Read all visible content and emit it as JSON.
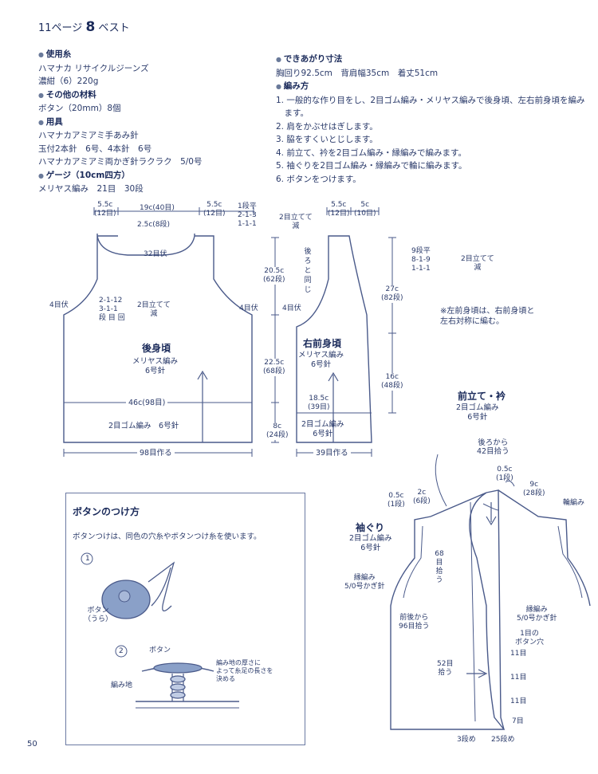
{
  "header": {
    "page_ref": "11ページ",
    "number": "8",
    "title": "ベスト"
  },
  "materials": {
    "yarn_heading": "使用糸",
    "yarn_name": "ハマナカ リサイクルジーンズ",
    "yarn_color": "濃紺（6）220g",
    "other_heading": "その他の材料",
    "button": "ボタン（20mm）8個",
    "tools_heading": "用具",
    "tool1": "ハマナカアミアミ手あみ針",
    "tool2": "玉付2本針　6号、4本針　6号",
    "tool3": "ハマナカアミアミ両かぎ針ラクラク　5/0号",
    "gauge_heading": "ゲージ（10cm四方）",
    "gauge": "メリヤス編み　21目　30段"
  },
  "finished": {
    "heading": "できあがり寸法",
    "values": "胸回り92.5cm　背肩幅35cm　着丈51cm",
    "method_heading": "編み方",
    "steps": [
      "1. 一般的な作り目をし、2目ゴム編み・メリヤス編みで後身頃、左右前身頃を編み",
      "　ます。",
      "2. 肩をかぶせはぎします。",
      "3. 脇をすくいとじします。",
      "4. 前立て、衿を2目ゴム編み・縁編みで編みます。",
      "5. 袖ぐりを2目ゴム編み・縁編みで輪に編みます。",
      "6. ボタンをつけます。"
    ]
  },
  "back": {
    "top_left": "5.5c\n(12目)",
    "top_mid": "19c(40目)",
    "top_right": "5.5c\n(12目)",
    "neck_w": "2.5c(8段)",
    "neck_st": "32目伏",
    "shoulder_note": "1段平\n2-1-3\n1-1-1",
    "shoulder_note2": "2目立てて\n減",
    "armhole_left": "4目伏",
    "armhole_right": "4目伏",
    "dec": "2-1-12\n3-1-1\n段 目 回",
    "dec2": "2目立てて\n減",
    "name": "後身頃",
    "stitch": "メリヤス編み\n6号針",
    "width46": "46c(98目)",
    "rib": "2目ゴム編み　6号針",
    "cast": "98目作る",
    "h205": "20.5c\n(62段)",
    "h225": "22.5c\n(68段)",
    "h8": "8c\n(24段)"
  },
  "front": {
    "top_a": "5.5c\n(12目)",
    "top_b": "5c\n(10目)",
    "same": "後ろと同じ",
    "armhole": "4目伏",
    "name": "右前身頃",
    "stitch": "メリヤス編み\n6号針",
    "width": "18.5c\n(39目)",
    "rib": "2目ゴム編み\n6号針",
    "cast": "39目作る",
    "h27": "27c\n(82段)",
    "h16": "16c\n(48段)",
    "dec_rows": "9段平\n8-1-9\n1-1-1",
    "dec_note": "2目立てて\n減",
    "note": "※左前身頃は、右前身頃と\n左右対称に編む。"
  },
  "button_box": {
    "title": "ボタンのつけ方",
    "desc": "ボタンつけは、同色の穴糸やボタンつけ糸を使います。",
    "step1": "1",
    "step2": "2",
    "btn_back": "ボタン\n（うら）",
    "btn": "ボタン",
    "fabric": "編み地",
    "thick": "編み地の厚さに\nよって糸足の長さを\n決める"
  },
  "band": {
    "title": "前立て・衿",
    "rib": "2目ゴム編み\n6号針",
    "from_back": "後ろから\n42目拾う",
    "w05": "0.5c\n(1段)",
    "w9": "9c\n(28段)",
    "ring": "輪編み",
    "armband": "袖ぐり",
    "arm_rib": "2目ゴム編み\n6号針",
    "a05": "0.5c\n(1段)",
    "a2": "2c\n(6段)",
    "pick68": "68目拾う",
    "edge1": "縁編み\n5/0号かぎ針",
    "edge2": "縁編み\n5/0号かぎ針",
    "pick96": "前後から\n96目拾う",
    "first_hole": "1目の\nボタン穴",
    "s11a": "11目",
    "s11b": "11目",
    "s11c": "11目",
    "s7": "7目",
    "pick52": "52目\n拾う",
    "r3": "3段め",
    "r25": "25段め"
  },
  "page_number": "50"
}
